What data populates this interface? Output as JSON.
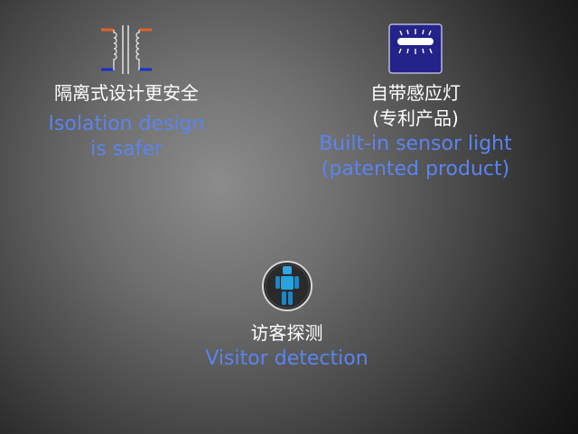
{
  "features": {
    "isolation": {
      "icon": "transformer-icon",
      "title_zh": "隔离式设计更安全",
      "title_en_line1": "Isolation design",
      "title_en_line2": "is safer"
    },
    "sensor_light": {
      "icon": "sensor-light-icon",
      "title_zh_line1": "自带感应灯",
      "title_zh_line2": "(专利产品)",
      "title_en_line1": "Built-in sensor light",
      "title_en_line2": "(patented product)"
    },
    "visitor": {
      "icon": "person-detect-icon",
      "title_zh": "访客探测",
      "title_en": "Visitor detection"
    }
  },
  "colors": {
    "english_text": "#5a84f0",
    "chinese_text": "#ffffff",
    "transformer_top": "#e0602a",
    "transformer_bottom": "#1530d0",
    "sensor_icon_bg": "#23238a",
    "person_icon": "#29a3e0"
  }
}
